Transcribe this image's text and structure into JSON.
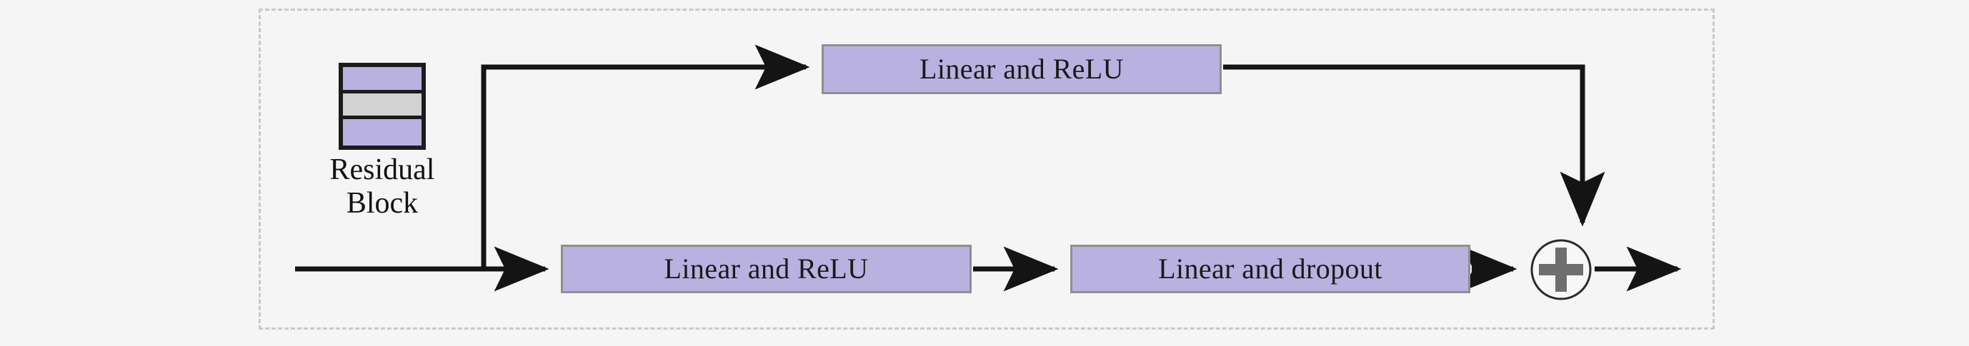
{
  "diagram": {
    "title": "Residual Block",
    "background_color": "#f5f5f5",
    "container": {
      "name": "residual-block-container",
      "border_style": "dashed",
      "border_color": "#c9c9c9"
    },
    "legend_icon": {
      "name": "residual-block-icon",
      "caption_line_1": "Residual",
      "caption_line_2": "Block",
      "band_colors": [
        "#b9b2e0",
        "#d2d2d2",
        "#b9b2e0"
      ],
      "border_color": "#1c1c1c"
    },
    "nodes": [
      {
        "id": "box-top-linear-relu",
        "label": "Linear and ReLU",
        "fill": "#b9b2e0",
        "stroke": "#8f8f8f",
        "path": "skip"
      },
      {
        "id": "box-bottom-linear-relu",
        "label": "Linear and ReLU",
        "fill": "#b9b2e0",
        "stroke": "#8f8f8f",
        "path": "main"
      },
      {
        "id": "box-linear-dropout",
        "label": "Linear and dropout",
        "fill": "#b9b2e0",
        "stroke": "#8f8f8f",
        "path": "main"
      },
      {
        "id": "add-node",
        "label": "+",
        "shape": "circle-plus",
        "stroke": "#2a2a2a",
        "glyph_color": "#6e6e6e"
      }
    ],
    "edges": [
      {
        "from": "input",
        "to": "branch-point",
        "style": "solid",
        "arrow": false
      },
      {
        "from": "branch-point",
        "to": "box-bottom-linear-relu",
        "style": "solid",
        "arrow": true
      },
      {
        "from": "branch-point",
        "to": "box-top-linear-relu",
        "style": "solid",
        "arrow": true
      },
      {
        "from": "box-top-linear-relu",
        "to": "add-node",
        "style": "solid",
        "arrow": true
      },
      {
        "from": "box-bottom-linear-relu",
        "to": "box-linear-dropout",
        "style": "solid",
        "arrow": true
      },
      {
        "from": "box-linear-dropout",
        "to": "add-node",
        "style": "solid",
        "arrow": true
      },
      {
        "from": "add-node",
        "to": "output",
        "style": "solid",
        "arrow": true
      }
    ],
    "line_color": "#141414"
  }
}
